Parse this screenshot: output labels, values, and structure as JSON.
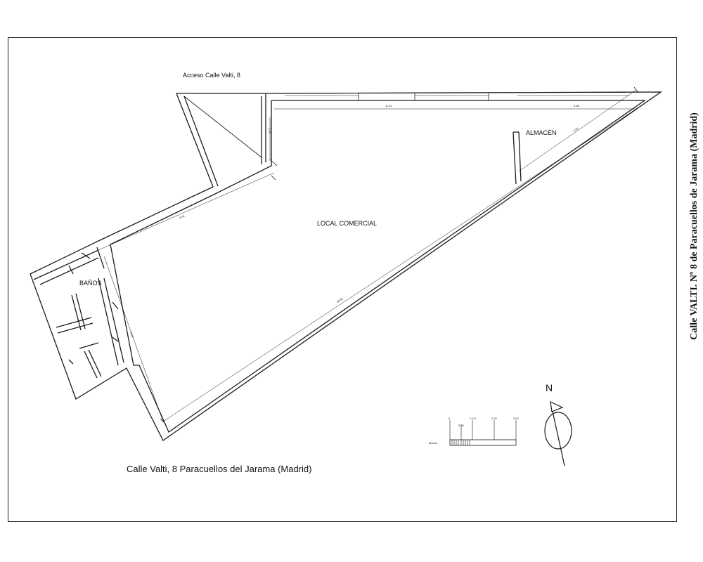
{
  "labels": {
    "access": "Acceso Calle Valti, 8",
    "warehouse": "ALMACÉN",
    "shop": "LOCAL COMERCIAL",
    "bathrooms": "BAÑOS",
    "address": "Calle Valti, 8 Paracuellos del Jarama (Madrid)",
    "side_title": "Calle VALTI. Nº 8 de Paracuellos de Jarama (Madrid)",
    "north": "N"
  },
  "dimensions": {
    "top_wall": "11.61",
    "top_right": "5.88",
    "diagonal_short": "4.05",
    "upper_left": "9.41",
    "long_diagonal": "18.83",
    "left_wall": "6.15",
    "access_wall": "1.90"
  },
  "scale": {
    "ticks": [
      "0",
      "0.50",
      "1.0 0",
      "2.00",
      "3.00"
    ],
    "unit": "Metros"
  }
}
